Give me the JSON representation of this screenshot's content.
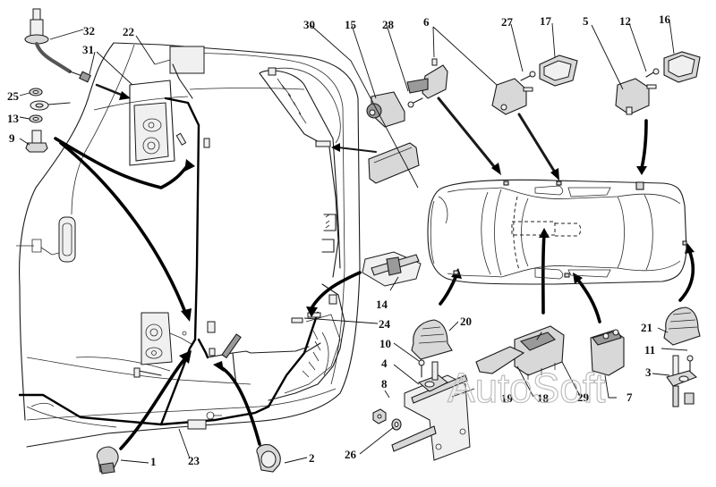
{
  "diagram": {
    "title": "Courtesy lamp switches and wiring harness installation",
    "watermark": "AutoSoft",
    "callouts": [
      {
        "id": "c1",
        "label": "1",
        "part": "harness-clip"
      },
      {
        "id": "c2",
        "label": "2",
        "part": "harness-clamp"
      },
      {
        "id": "c3",
        "label": "3",
        "part": "door-switch-rear"
      },
      {
        "id": "c4",
        "label": "4",
        "part": "door-switch-front"
      },
      {
        "id": "c5",
        "label": "5",
        "part": "courtesy-lamp-switch-rear"
      },
      {
        "id": "c6",
        "label": "6",
        "part": "courtesy-lamp-switch-front"
      },
      {
        "id": "c7",
        "label": "7",
        "part": "switch-block"
      },
      {
        "id": "c8",
        "label": "8",
        "part": "nut"
      },
      {
        "id": "c9",
        "label": "9",
        "part": "bolt"
      },
      {
        "id": "c10",
        "label": "10",
        "part": "screw"
      },
      {
        "id": "c11",
        "label": "11",
        "part": "screw"
      },
      {
        "id": "c12",
        "label": "12",
        "part": "screw"
      },
      {
        "id": "c13",
        "label": "13",
        "part": "washer"
      },
      {
        "id": "c14",
        "label": "14",
        "part": "harness-holder"
      },
      {
        "id": "c15",
        "label": "15",
        "part": "lamp"
      },
      {
        "id": "c16",
        "label": "16",
        "part": "lamp-cover"
      },
      {
        "id": "c17",
        "label": "17",
        "part": "lamp-cover"
      },
      {
        "id": "c18",
        "label": "18",
        "part": "switch"
      },
      {
        "id": "c19",
        "label": "19",
        "part": "bracket-stud"
      },
      {
        "id": "c20",
        "label": "20",
        "part": "protective-cap"
      },
      {
        "id": "c21",
        "label": "21",
        "part": "protective-cap"
      },
      {
        "id": "c22",
        "label": "22",
        "part": "harness-connector"
      },
      {
        "id": "c23",
        "label": "23",
        "part": "wiring-harness"
      },
      {
        "id": "c24",
        "label": "24",
        "part": "harness-strap"
      },
      {
        "id": "c25",
        "label": "25",
        "part": "spring-washer"
      },
      {
        "id": "c26",
        "label": "26",
        "part": "washer"
      },
      {
        "id": "c27",
        "label": "27",
        "part": "screw"
      },
      {
        "id": "c28",
        "label": "28",
        "part": "screw"
      },
      {
        "id": "c29",
        "label": "29",
        "part": "switch-cover"
      },
      {
        "id": "c30",
        "label": "30",
        "part": "sill-trim"
      },
      {
        "id": "c31",
        "label": "31",
        "part": "ground-terminal"
      },
      {
        "id": "c32",
        "label": "32",
        "part": "sensor-lead"
      }
    ]
  }
}
